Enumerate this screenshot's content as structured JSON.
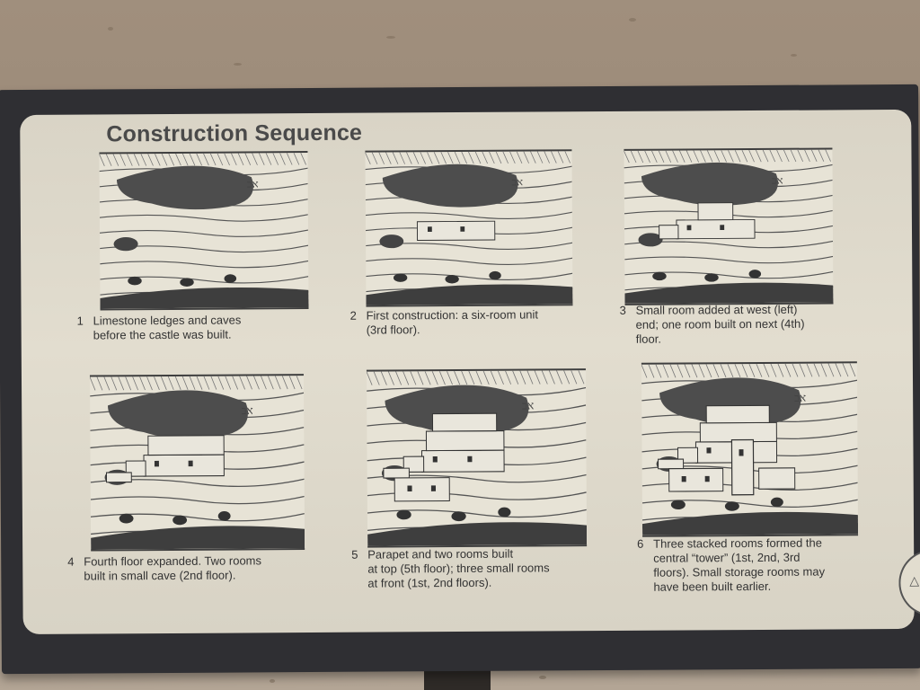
{
  "sign": {
    "title": "Construction Sequence",
    "panels": [
      {
        "number": "1",
        "lines": [
          "Limestone ledges and caves",
          "before the castle was built."
        ],
        "stage": 0
      },
      {
        "number": "2",
        "lines": [
          "First construction: a six-room unit",
          "(3rd floor)."
        ],
        "stage": 1
      },
      {
        "number": "3",
        "lines": [
          "Small room added at west (left)",
          "end; one room built on next (4th)",
          "floor."
        ],
        "stage": 2
      },
      {
        "number": "4",
        "lines": [
          "Fourth floor expanded. Two rooms",
          "built in small cave (2nd floor)."
        ],
        "stage": 3
      },
      {
        "number": "5",
        "lines": [
          "Parapet and two rooms built",
          "at top (5th floor); three small rooms",
          "at front (1st, 2nd floors)."
        ],
        "stage": 4
      },
      {
        "number": "6",
        "lines": [
          "Three stacked rooms formed the",
          "central “tower” (1st, 2nd, 3rd",
          "floors). Small storage rooms may",
          "have been built earlier."
        ],
        "stage": 5
      }
    ]
  },
  "colors": {
    "frame": "#2f2f33",
    "panel": "#e2ddcf",
    "ink": "#333333",
    "cave_shadow": "#4d4d4d"
  }
}
